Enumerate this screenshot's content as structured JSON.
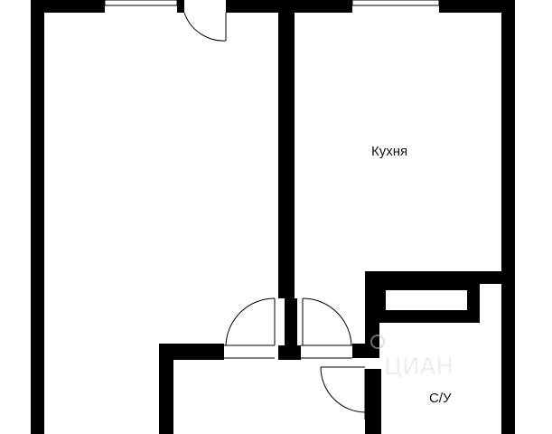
{
  "plan": {
    "rooms": {
      "kitchen": {
        "label": "Кухня"
      },
      "bathroom": {
        "label": "С/У"
      }
    },
    "watermark": {
      "brand": "ЦИАН"
    },
    "colors": {
      "wall": "#000000",
      "background": "#ffffff",
      "window_fill": "#ffffff",
      "door_swing": "#000000",
      "watermark": "#c8c8c8"
    }
  }
}
